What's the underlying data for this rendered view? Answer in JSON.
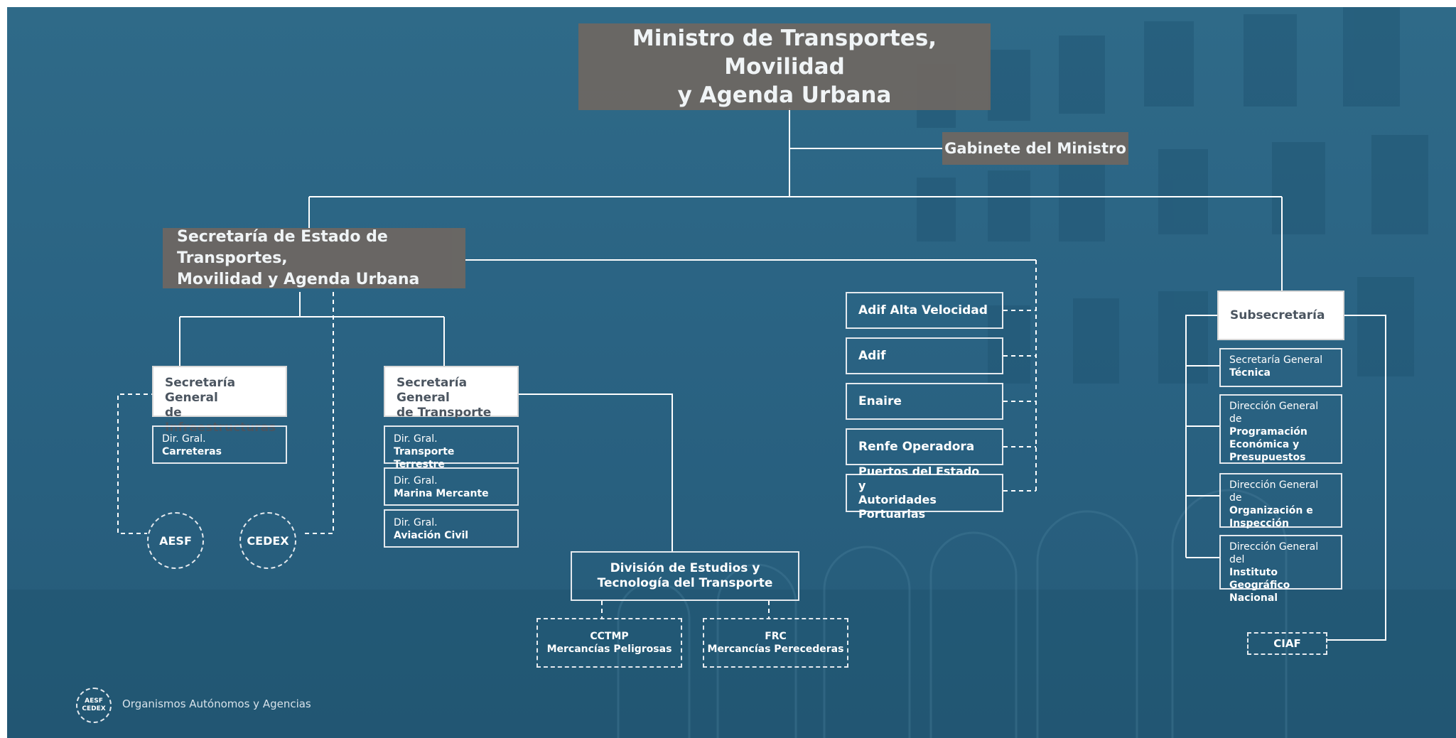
{
  "colors": {
    "background": "#2a6383",
    "box_brown": "#6e6762",
    "line": "#ffffff",
    "white_box_text": "#4b5560"
  },
  "minister": {
    "line1": "Ministro de Transportes, Movilidad",
    "line2": "y Agenda Urbana"
  },
  "cabinet": "Gabinete del Ministro",
  "secretary_state": {
    "line1": "Secretaría de Estado de Transportes,",
    "line2": "Movilidad y Agenda Urbana"
  },
  "sg_infra": {
    "line1": "Secretaría General",
    "line2": "de Infraestructuras"
  },
  "sg_transport": {
    "line1": "Secretaría General",
    "line2": "de Transporte"
  },
  "dir_carreteras": {
    "prefix": "Dir. Gral.",
    "name": "Carreteras"
  },
  "dir_terrestre": {
    "prefix": "Dir. Gral.",
    "name": "Transporte Terrestre"
  },
  "dir_marina": {
    "prefix": "Dir. Gral.",
    "name": "Marina Mercante"
  },
  "dir_aviacion": {
    "prefix": "Dir. Gral.",
    "name": "Aviación Civil"
  },
  "aesf": "AESF",
  "cedex": "CEDEX",
  "division": {
    "line1": "División de Estudios y",
    "line2": "Tecnología del Transporte"
  },
  "cctmp": {
    "line1": "CCTMP",
    "line2": "Mercancías Peligrosas"
  },
  "frc": {
    "line1": "FRC",
    "line2": "Mercancías Perecederas"
  },
  "entities": [
    "Adif Alta Velocidad",
    "Adif",
    "Enaire",
    "Renfe Operadora"
  ],
  "puertos": {
    "line1": "Puertos del Estado y",
    "line2": "Autoridades Portuarias"
  },
  "subsecretaria": "Subsecretaría",
  "sg_tecnica": {
    "prefix": "Secretaría General",
    "name": "Técnica"
  },
  "dg_programacion": {
    "prefix": "Dirección General de",
    "l1": "Programación",
    "l2": "Económica y",
    "l3": "Presupuestos"
  },
  "dg_organizacion": {
    "prefix": "Dirección General de",
    "l1": "Organización e",
    "l2": "Inspección"
  },
  "dg_ign": {
    "prefix": "Dirección General del",
    "l1": "Instituto Geográfico",
    "l2": "Nacional"
  },
  "ciaf": "CIAF",
  "legend": {
    "badge_line1": "AESF",
    "badge_line2": "CEDEX",
    "text": "Organismos Autónomos y Agencias"
  }
}
